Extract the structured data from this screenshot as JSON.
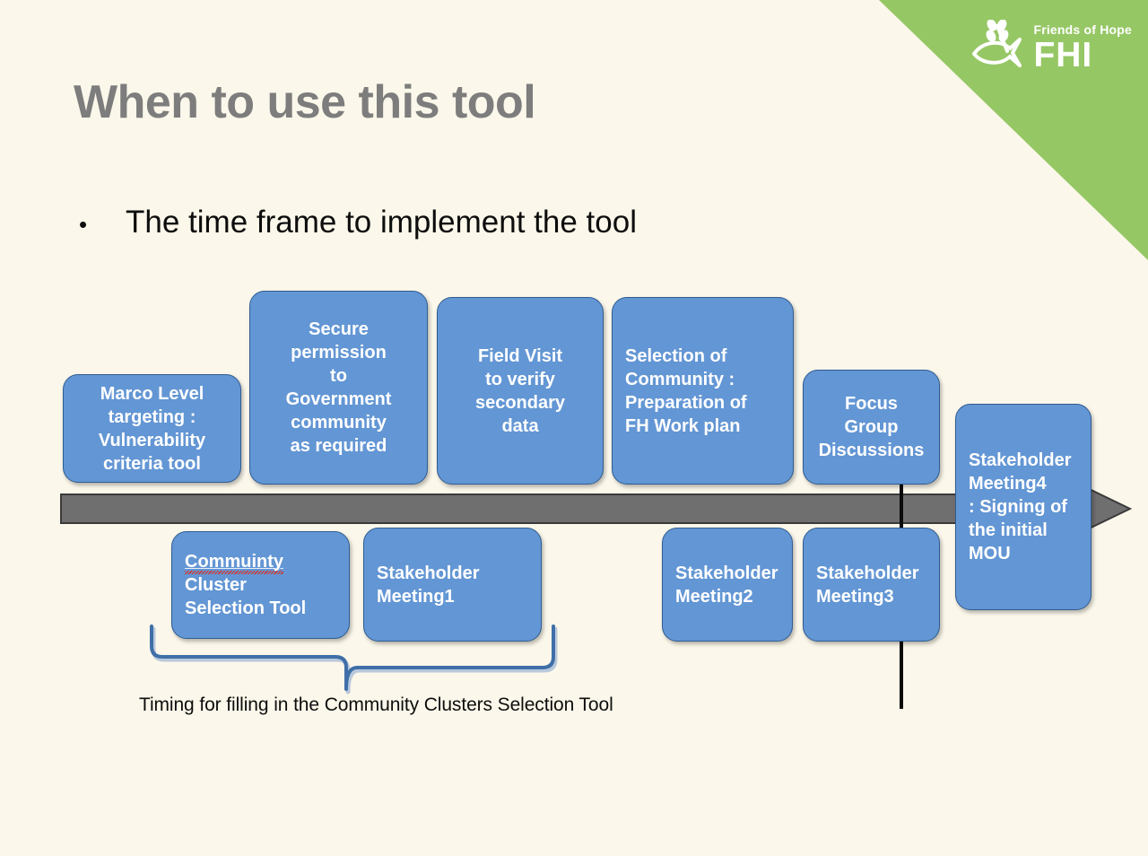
{
  "slide": {
    "title": "When to use this tool",
    "bullet_marker": "•",
    "bullet_text": "The time frame to implement the tool",
    "caption": "Timing for filling in the Community Clusters Selection Tool"
  },
  "logo": {
    "tagline": "Friends of Hope",
    "acronym": "FHI",
    "icon": "fish-wheat-icon"
  },
  "colors": {
    "background": "#FBF7EA",
    "banner_green": "#96C765",
    "box_fill": "#6396D4",
    "box_border": "#2F5C92",
    "title_gray": "#7D7D7D",
    "arrow_gray": "#706F6F",
    "brace_blue": "#3F6FA8",
    "connector_black": "#0B0B0B"
  },
  "timeline": {
    "arrow_label": "timeline-arrow-right",
    "top_boxes": [
      {
        "id": "marco-level-targeting",
        "text": "Marco Level\ntargeting :\nVulnerability\ncriteria tool",
        "align": "center"
      },
      {
        "id": "secure-permission",
        "text": "Secure\npermission\nto\nGovernment\ncommunity\nas required",
        "align": "center"
      },
      {
        "id": "field-visit",
        "text": "Field Visit\nto verify\nsecondary\ndata",
        "align": "center"
      },
      {
        "id": "selection-of-community",
        "text": "Selection of\nCommunity :\nPreparation of\nFH Work plan",
        "align": "left"
      },
      {
        "id": "focus-group-discussions",
        "text": "Focus\nGroup\nDiscussions",
        "align": "center"
      },
      {
        "id": "stakeholder-meeting-4",
        "text": "Stakeholder\nMeeting4\n: Signing of\nthe initial\nMOU",
        "align": "left"
      }
    ],
    "bottom_boxes": [
      {
        "id": "community-cluster-selection-tool",
        "text_misspelled": "Commuinty",
        "text_rest": "\nCluster\nSelection Tool",
        "align": "left"
      },
      {
        "id": "stakeholder-meeting-1",
        "text": "Stakeholder\nMeeting1",
        "align": "left"
      },
      {
        "id": "stakeholder-meeting-2",
        "text": "Stakeholder\nMeeting2",
        "align": "left"
      },
      {
        "id": "stakeholder-meeting-3",
        "text": "Stakeholder\nMeeting3",
        "align": "left"
      }
    ]
  }
}
